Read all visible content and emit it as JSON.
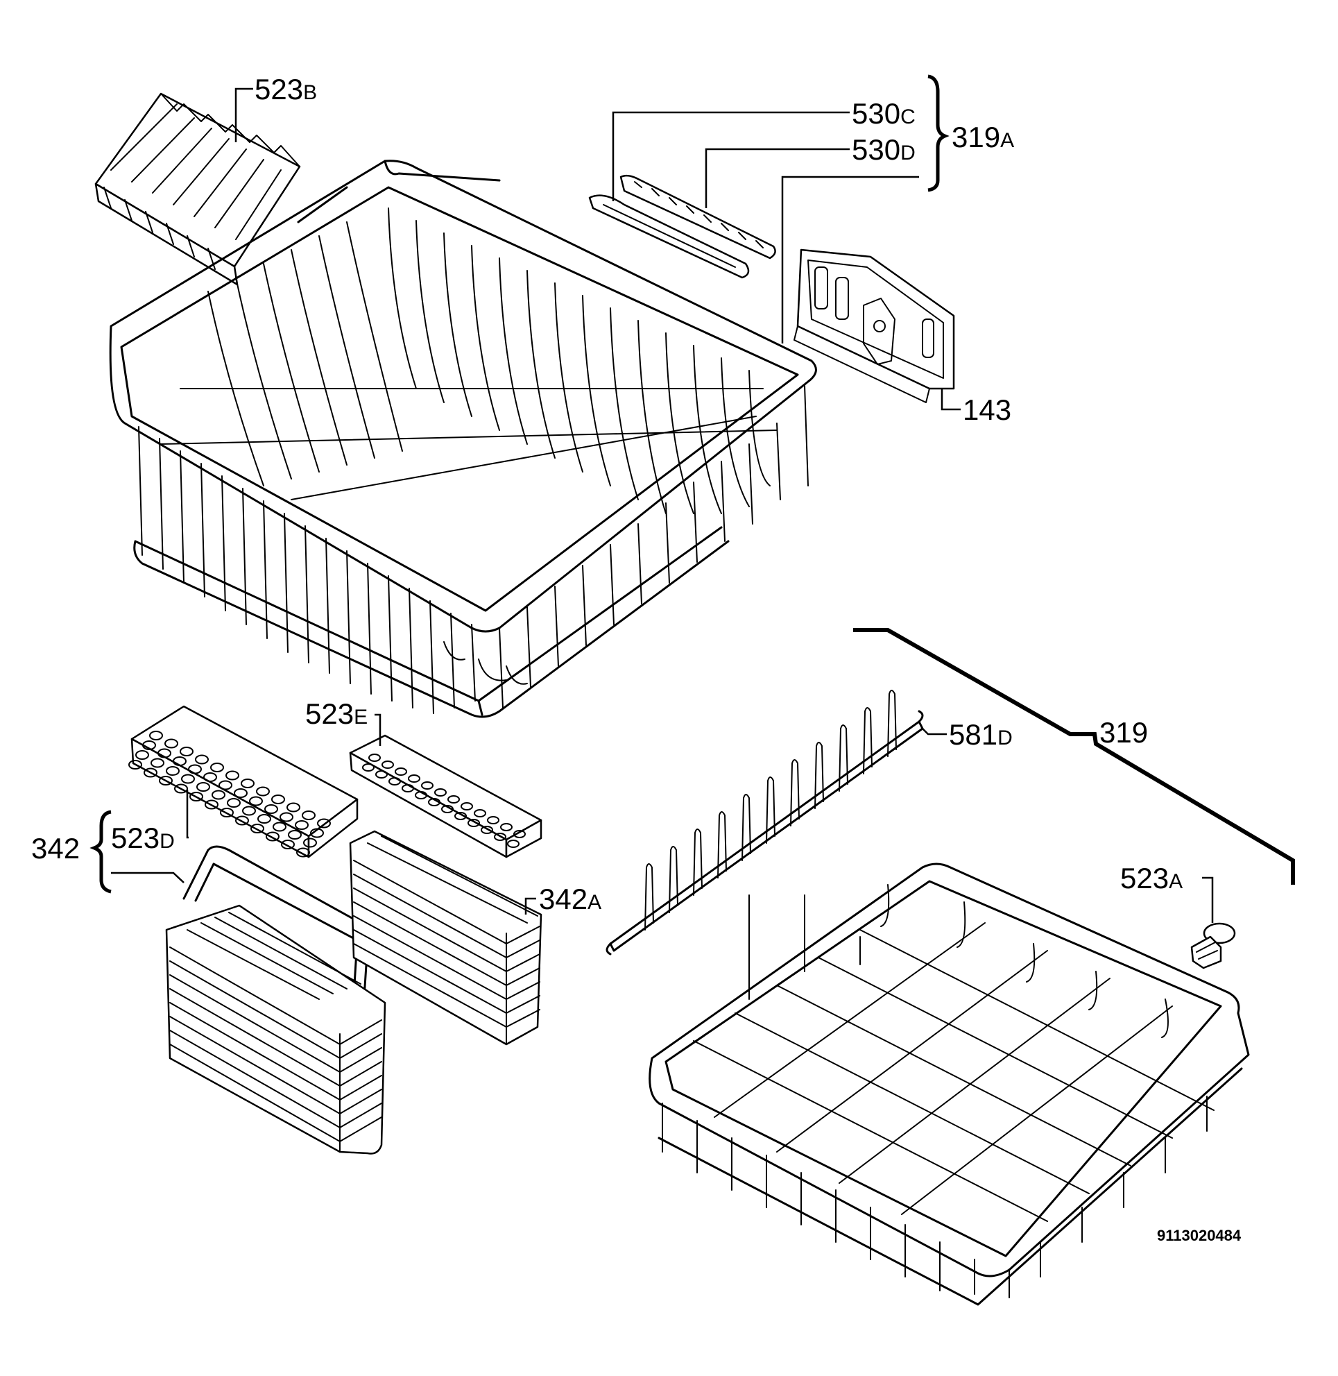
{
  "labels": {
    "523B": {
      "num": "523",
      "suffix": "B"
    },
    "530C": {
      "num": "530",
      "suffix": "C"
    },
    "530D": {
      "num": "530",
      "suffix": "D"
    },
    "319A": {
      "num": "319",
      "suffix": "A"
    },
    "143": {
      "num": "143",
      "suffix": ""
    },
    "523E": {
      "num": "523",
      "suffix": "E"
    },
    "581D": {
      "num": "581",
      "suffix": "D"
    },
    "319": {
      "num": "319",
      "suffix": ""
    },
    "342": {
      "num": "342",
      "suffix": ""
    },
    "523D": {
      "num": "523",
      "suffix": "D"
    },
    "342A": {
      "num": "342",
      "suffix": "A"
    },
    "523A": {
      "num": "523",
      "suffix": "A"
    }
  },
  "document_id": "9113020484",
  "parts": [
    "cutlery-insert-523B",
    "upper-basket",
    "rail-530C",
    "rail-530D",
    "height-adjuster-143",
    "cutlery-insert-523E",
    "cutlery-insert-523D",
    "cutlery-basket",
    "cutlery-basket-342A",
    "plate-rack-581D",
    "lower-basket",
    "wheel-523A"
  ]
}
